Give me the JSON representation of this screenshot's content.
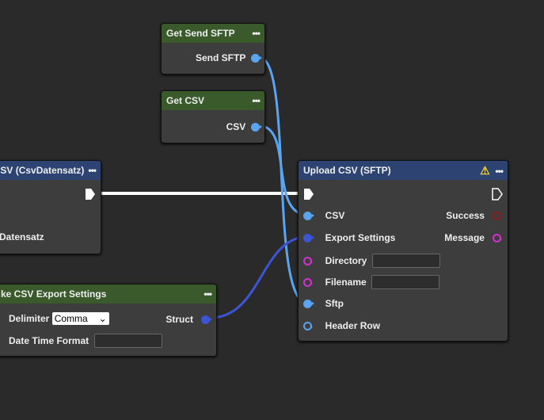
{
  "nodes": {
    "get_send_sftp": {
      "title": "Get Send SFTP",
      "output": "Send SFTP"
    },
    "get_csv": {
      "title": "Get CSV",
      "output": "CSV"
    },
    "csv_node": {
      "title": "SV (CsvDatensatz)",
      "param": "Datensatz"
    },
    "export_settings": {
      "title": "ke CSV Export Settings",
      "delimiter_label": "Delimiter",
      "delimiter_value": "Comma",
      "datetime_label": "Date Time Format",
      "datetime_value": "",
      "output": "Struct"
    },
    "upload": {
      "title": "Upload CSV (SFTP)",
      "inputs": [
        "CSV",
        "Export Settings",
        "Directory",
        "Filename",
        "Sftp",
        "Header Row"
      ],
      "outputs": [
        "Success",
        "Message"
      ],
      "directory_value": "",
      "filename_value": "",
      "warning": true
    }
  },
  "colors": {
    "struct_pin": "#3b55d4",
    "object_pin": "#5aa4f0",
    "string_pin": "#d52fd0",
    "bool_pin": "#8b1d1d",
    "green_header": "#3a5a2b",
    "blue_header": "#2d4472"
  }
}
